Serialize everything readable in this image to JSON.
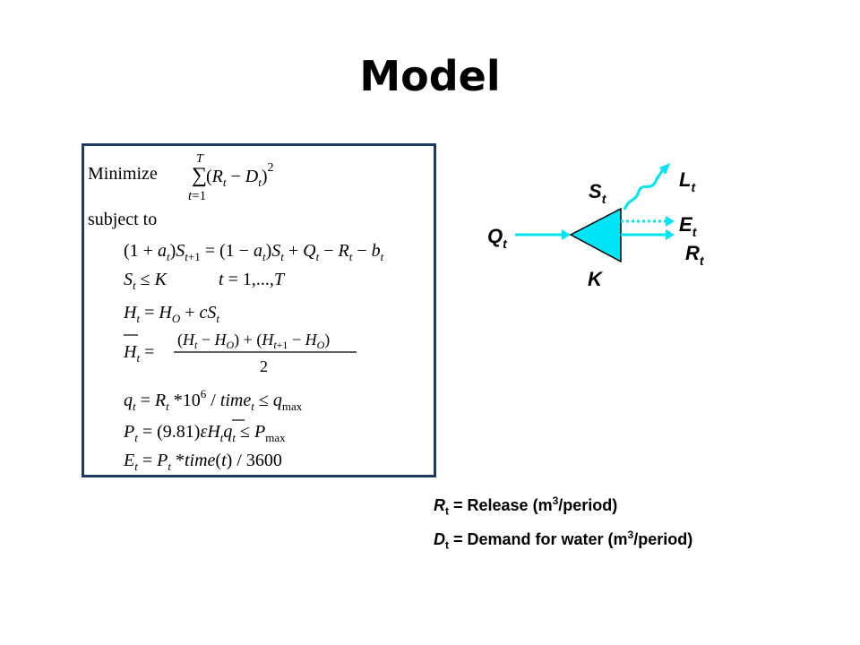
{
  "slide": {
    "title": "Model"
  },
  "equations": {
    "minimize_label": "Minimize",
    "subject_to_label": "subject to",
    "range": "t = 1,...,T"
  },
  "diagram": {
    "labels": {
      "storage": "S",
      "inflow": "Q",
      "loss": "L",
      "energy": "E",
      "release": "R",
      "capacity": "K",
      "subscript": "t"
    },
    "colors": {
      "arrow": "#00e5f5",
      "reservoir": "#00e5f5"
    }
  },
  "legend": {
    "release": {
      "symbol": "R",
      "sub": "t",
      "text_before": " = Release (m",
      "sup": "3",
      "text_after": "/period)"
    },
    "demand": {
      "symbol": "D",
      "sub": "t",
      "text_before": " = Demand for water (m",
      "sup": "3",
      "text_after": "/period)"
    }
  },
  "colors": {
    "box_border": "#1f3864"
  }
}
